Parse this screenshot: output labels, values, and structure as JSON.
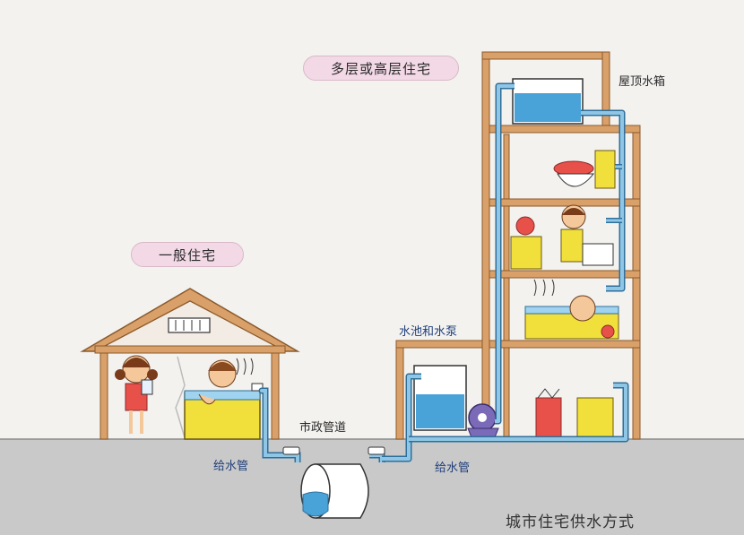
{
  "diagram": {
    "caption": "城市住宅供水方式",
    "sections": {
      "house_title": "一般住宅",
      "tower_title": "多层或高层住宅"
    },
    "labels": {
      "roof_tank": "屋顶水箱",
      "pool_pump": "水池和水泵",
      "municipal_pipe": "市政管道",
      "supply_pipe_left": "给水管",
      "supply_pipe_right": "给水管"
    },
    "colors": {
      "pipe": "#8fc6e6",
      "pipe_outline": "#2f6f9a",
      "wall": "#d9a06a",
      "ground": "#c9c9c9",
      "label_pill": "#f3d9e6"
    }
  }
}
